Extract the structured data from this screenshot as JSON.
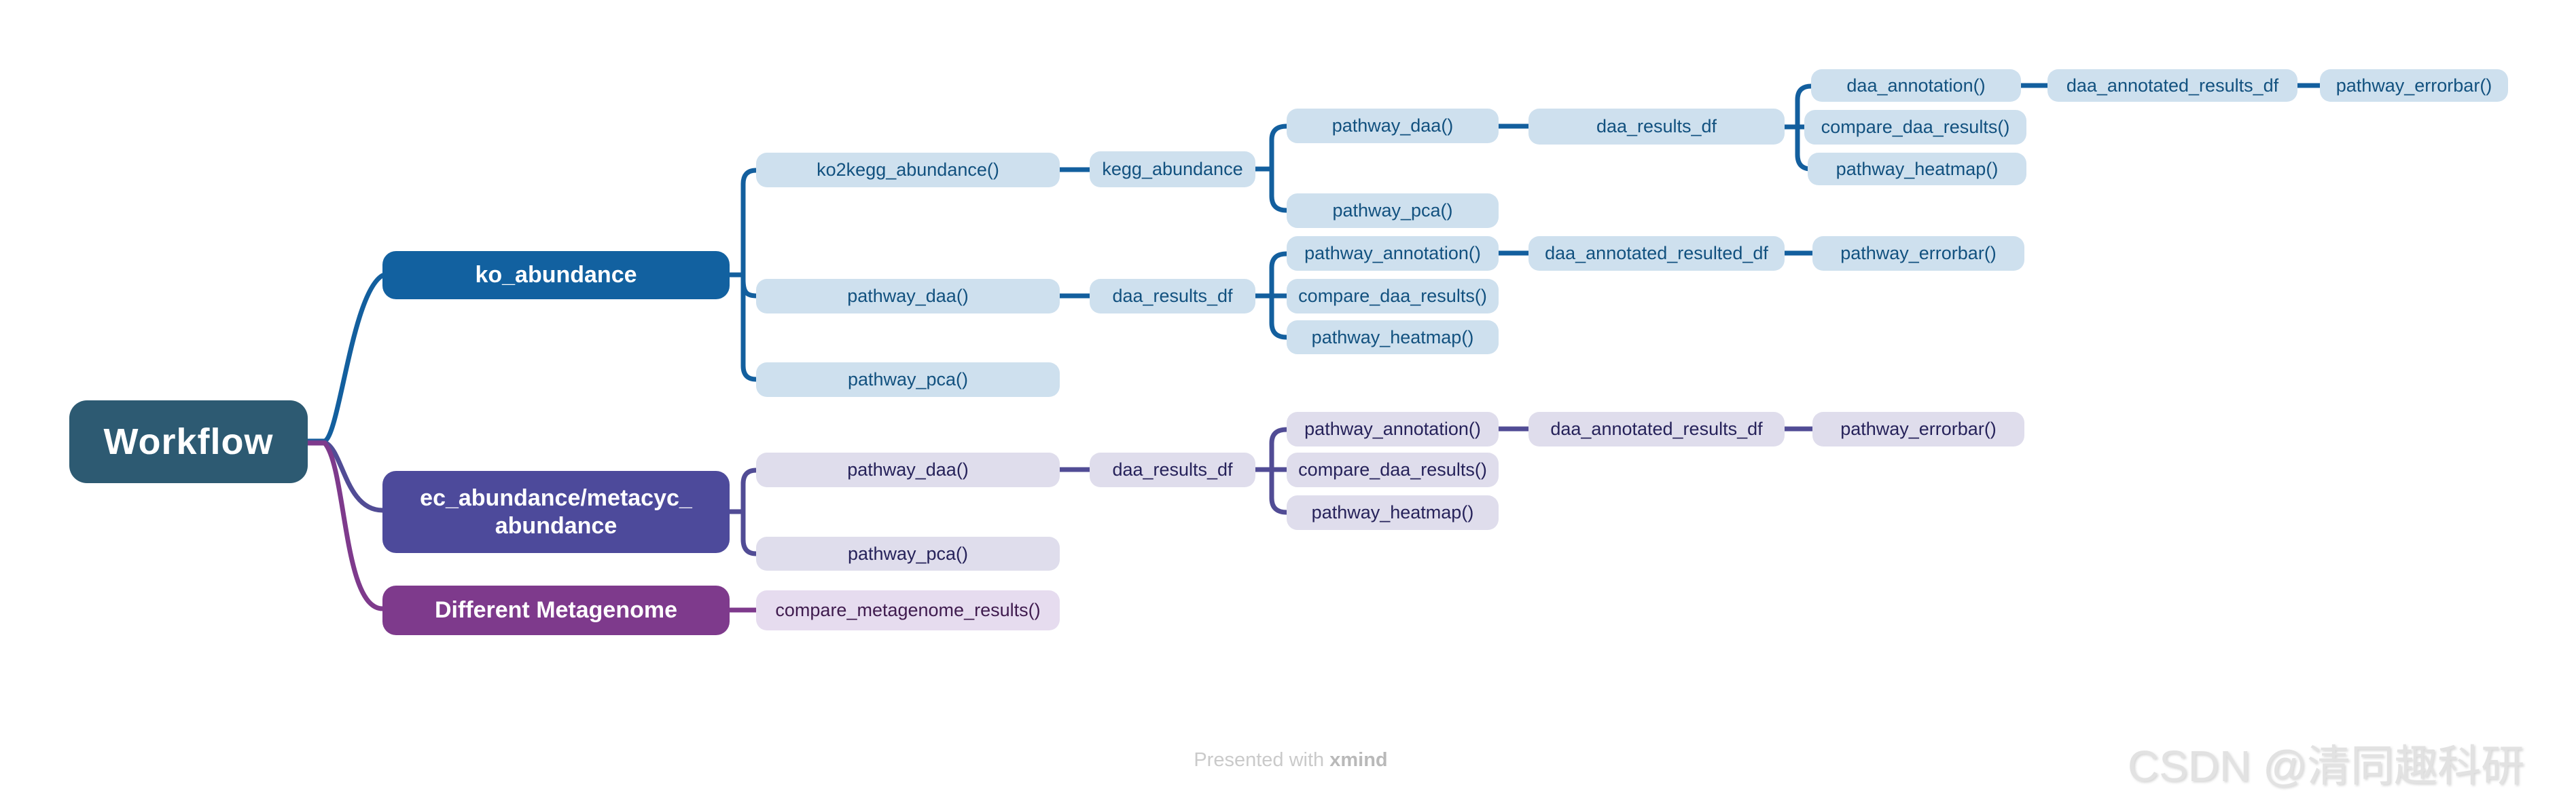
{
  "root": {
    "label": "Workflow"
  },
  "branches": {
    "ko": {
      "label": "ko_abundance"
    },
    "ec": {
      "label": "ec_abundance/metacyc_\nabundance"
    },
    "meta": {
      "label": "Different Metagenome"
    }
  },
  "leaves": [
    {
      "id": "ko2kegg_abundance",
      "label": "ko2kegg_abundance()"
    },
    {
      "id": "kegg_abundance",
      "label": "kegg_abundance"
    },
    {
      "id": "pathway_daa_1",
      "label": "pathway_daa()"
    },
    {
      "id": "daa_results_df_1",
      "label": "daa_results_df"
    },
    {
      "id": "daa_annotation",
      "label": "daa_annotation()"
    },
    {
      "id": "daa_annotated_results_df_1",
      "label": "daa_annotated_results_df"
    },
    {
      "id": "pathway_errorbar_1",
      "label": "pathway_errorbar()"
    },
    {
      "id": "compare_daa_results_1",
      "label": "compare_daa_results()"
    },
    {
      "id": "pathway_heatmap_1",
      "label": "pathway_heatmap()"
    },
    {
      "id": "pathway_pca_1",
      "label": "pathway_pca()"
    },
    {
      "id": "pathway_daa_2",
      "label": "pathway_daa()"
    },
    {
      "id": "daa_results_df_2",
      "label": "daa_results_df"
    },
    {
      "id": "pathway_annotation_1",
      "label": "pathway_annotation()"
    },
    {
      "id": "daa_annotated_resulted_df",
      "label": "daa_annotated_resulted_df"
    },
    {
      "id": "pathway_errorbar_2",
      "label": "pathway_errorbar()"
    },
    {
      "id": "compare_daa_results_2",
      "label": "compare_daa_results()"
    },
    {
      "id": "pathway_heatmap_2",
      "label": "pathway_heatmap()"
    },
    {
      "id": "pathway_pca_2",
      "label": "pathway_pca()"
    },
    {
      "id": "pathway_daa_3",
      "label": "pathway_daa()"
    },
    {
      "id": "daa_results_df_3",
      "label": "daa_results_df"
    },
    {
      "id": "pathway_annotation_2",
      "label": "pathway_annotation()"
    },
    {
      "id": "daa_annotated_results_df_2",
      "label": "daa_annotated_results_df"
    },
    {
      "id": "pathway_errorbar_3",
      "label": "pathway_errorbar()"
    },
    {
      "id": "compare_daa_results_3",
      "label": "compare_daa_results()"
    },
    {
      "id": "pathway_heatmap_3",
      "label": "pathway_heatmap()"
    },
    {
      "id": "pathway_pca_3",
      "label": "pathway_pca()"
    },
    {
      "id": "compare_metagenome_results",
      "label": "compare_metagenome_results()"
    }
  ],
  "footer": {
    "presented": "Presented with ",
    "brand": "xmind"
  },
  "watermark": {
    "label": "CSDN @清同趣科研"
  },
  "colors": {
    "root_bg": "#2d5a72",
    "branch_blue": "#1261a0",
    "branch_violet": "#4d4a9b",
    "branch_magenta": "#7e3a8c",
    "leaf_blue_bg": "#cee0ee",
    "leaf_blue_text": "#12517f",
    "leaf_violet_bg": "#dfddec",
    "leaf_violet_text": "#26225a",
    "leaf_magenta_bg": "#e6dcef",
    "leaf_magenta_text": "#3f1b4e",
    "wire_blue": "#135f9e",
    "wire_violet": "#514c95",
    "wire_magenta": "#7e3a8c"
  }
}
